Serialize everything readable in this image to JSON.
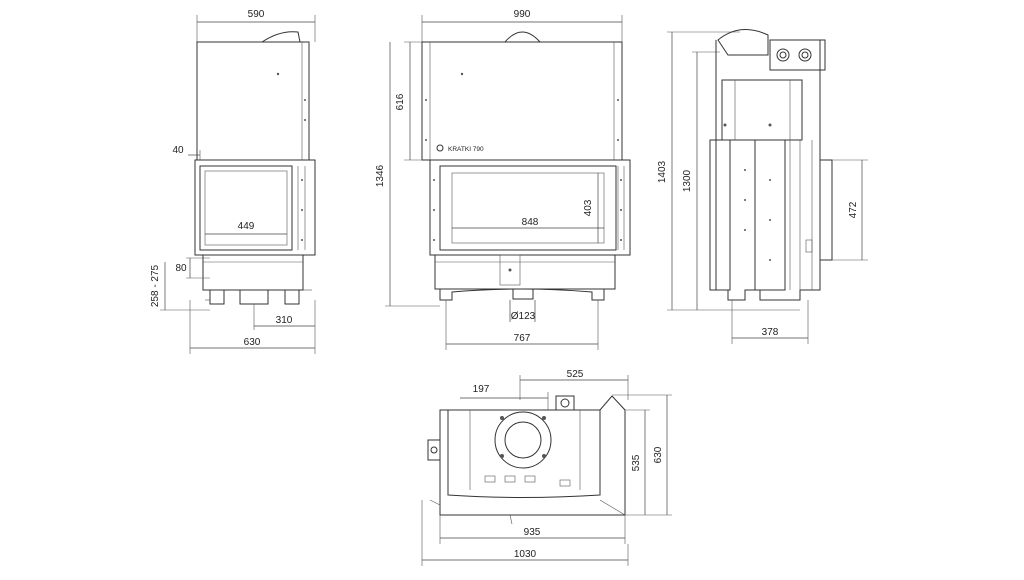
{
  "front_view": {
    "width_top": "590",
    "offset_left": "40",
    "glass_width": "449",
    "leg_height": "80",
    "flue_range": "258 - 275",
    "flue_offset": "310",
    "width_bottom": "630"
  },
  "side_view": {
    "width_top": "990",
    "upper_height": "616",
    "total_height": "1346",
    "glass_height": "403",
    "glass_width": "848",
    "flue_diameter": "Ø123",
    "base_width": "767",
    "brand_label": "KRATKI 790"
  },
  "profile_view": {
    "total_height": "1403",
    "inner_height": "1300",
    "side_height": "472",
    "depth": "378"
  },
  "top_view": {
    "flue_offset": "197",
    "flue_to_edge": "525",
    "depth_inner": "535",
    "depth_outer": "630",
    "width_inner": "935",
    "width_outer": "1030"
  }
}
